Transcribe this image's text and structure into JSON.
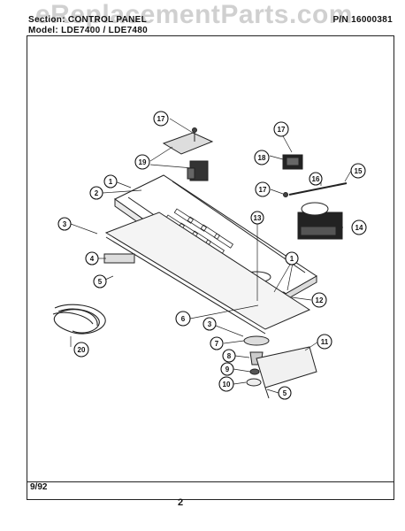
{
  "watermark": "eReplacementParts.com",
  "header": {
    "section": "Section: CONTROL PANEL",
    "model": "Model: LDE7400 / LDE7480",
    "part_number": "P/N 16000381"
  },
  "footer": {
    "date": "9/92",
    "page": "2"
  },
  "callouts": [
    "1",
    "1",
    "2",
    "3",
    "3",
    "4",
    "5",
    "5",
    "6",
    "7",
    "8",
    "9",
    "10",
    "11",
    "12",
    "13",
    "14",
    "15",
    "16",
    "17",
    "17",
    "17",
    "18",
    "19",
    "20"
  ]
}
